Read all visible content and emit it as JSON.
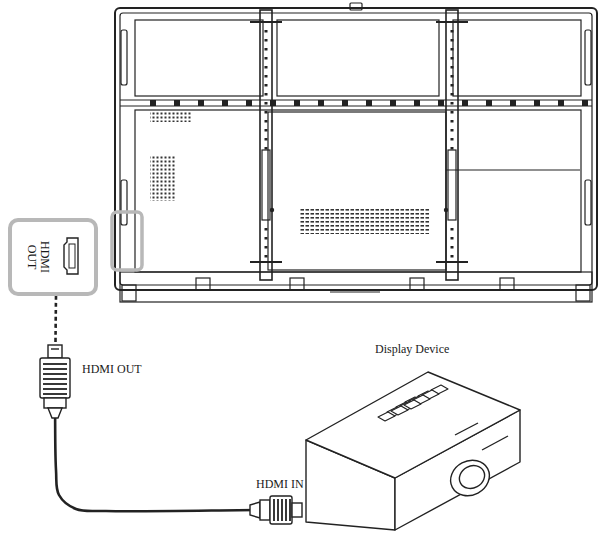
{
  "diagram": {
    "nodes": [
      {
        "text": [
          "HDMI OUT"
        ]
      },
      {
        "text": [
          "Display Device"
        ]
      }
    ],
    "edges": [
      {
        "from": 0,
        "to": 1,
        "arrow": "none"
      }
    ],
    "labels": [
      "HDMI OUT",
      "HDMI IN"
    ]
  }
}
